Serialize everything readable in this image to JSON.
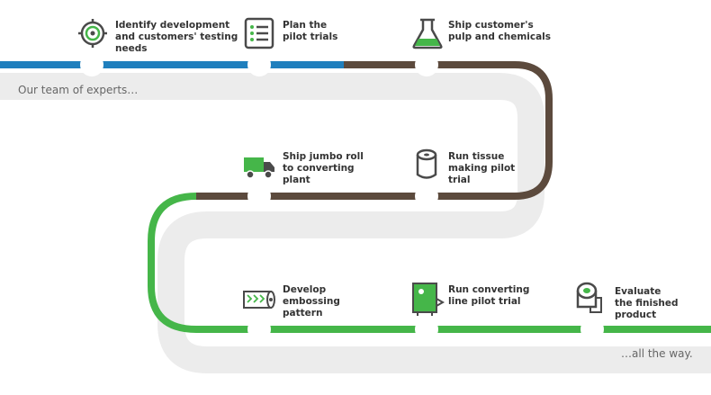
{
  "colors": {
    "blue": "#1f7fbd",
    "brown": "#5c4a3d",
    "green": "#45b649",
    "shadow": "#ececec",
    "icon_dark": "#4a4a4a",
    "icon_green": "#45b649",
    "text": "#333333",
    "caption": "#666666"
  },
  "captions": {
    "start": "Our team of experts…",
    "end": "…all the way."
  },
  "steps": [
    {
      "icon": "target-icon",
      "label": "Identify development\nand customers' testing\nneeds"
    },
    {
      "icon": "checklist-icon",
      "label": "Plan the\npilot trials"
    },
    {
      "icon": "flask-icon",
      "label": "Ship customer's\npulp and chemicals"
    },
    {
      "icon": "tissue-roll-icon",
      "label": "Run tissue\nmaking pilot\ntrial"
    },
    {
      "icon": "truck-icon",
      "label": "Ship jumbo roll\nto converting\nplant"
    },
    {
      "icon": "embossing-roll-icon",
      "label": "Develop\nembossing\npattern"
    },
    {
      "icon": "converting-machine-icon",
      "label": "Run converting\nline pilot trial"
    },
    {
      "icon": "toilet-paper-icon",
      "label": "Evaluate\nthe finished\nproduct"
    }
  ]
}
